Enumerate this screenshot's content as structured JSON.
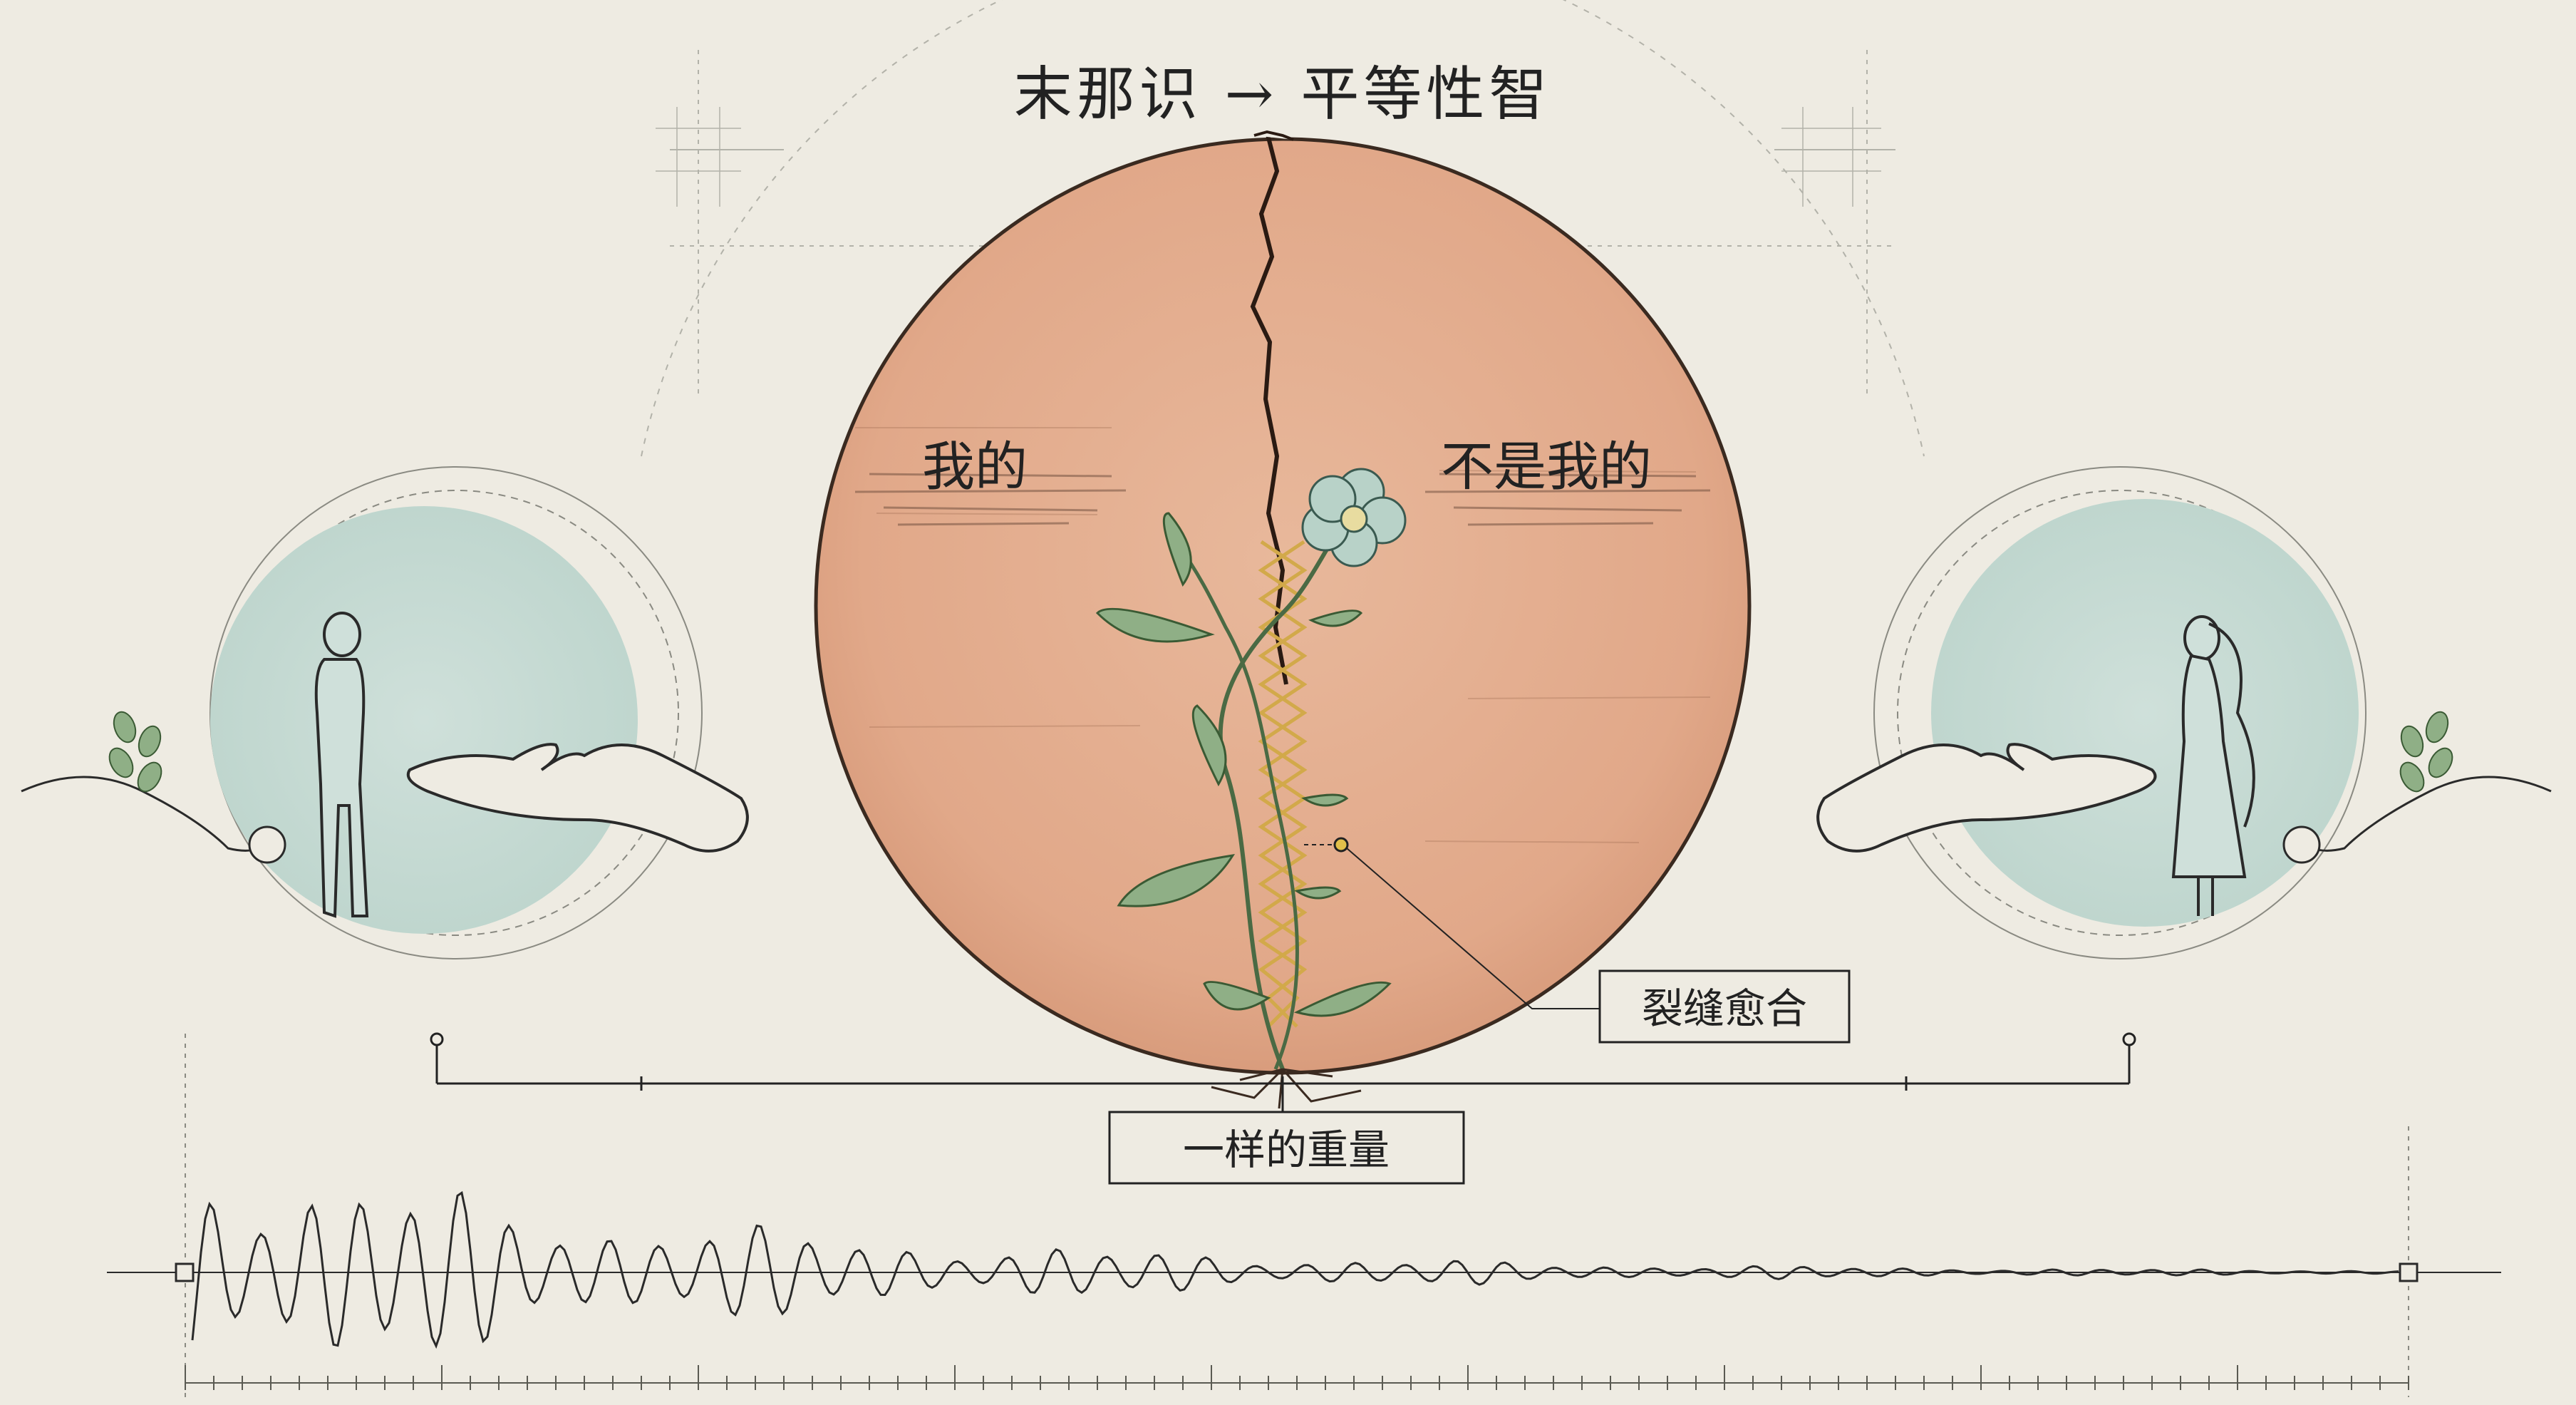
{
  "title": "末那识 → 平等性智",
  "disc": {
    "left_label": "我的",
    "right_label": "不是我的"
  },
  "callouts": {
    "seam": "裂缝愈合",
    "balance": "一样的重量"
  },
  "colors": {
    "paper": "#eeebe2",
    "disc_fill": "#e3ad8e",
    "disc_outline": "#3a2a20",
    "halo_teal": "#c9ddd6",
    "leaf_green": "#8faf86",
    "flower_teal": "#b8d2c8",
    "stitch_gold": "#d8b24a",
    "ink": "#2a2a2a"
  },
  "figures": {
    "left": "standing-man-icon",
    "right": "long-haired-woman-icon"
  }
}
